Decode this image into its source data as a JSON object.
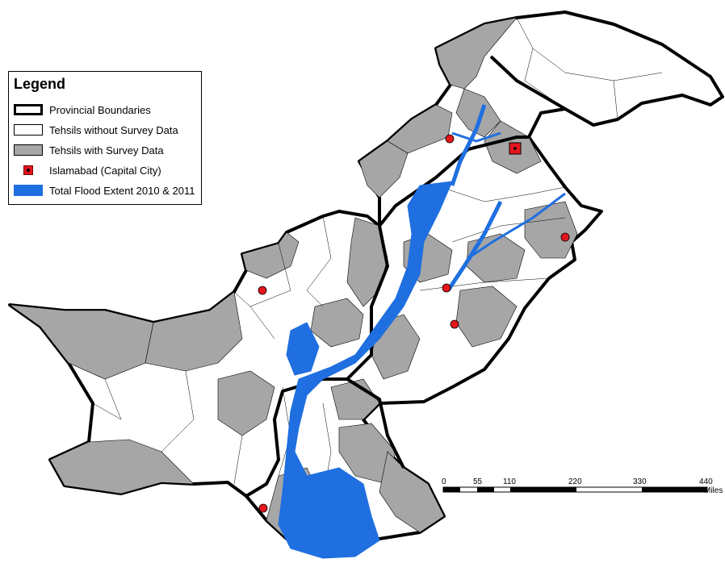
{
  "legend": {
    "title": "Legend",
    "items": [
      {
        "label": "Provincial Boundaries",
        "icon": "thick-black-outline"
      },
      {
        "label": "Tehsils without Survey Data",
        "icon": "white-fill"
      },
      {
        "label": "Tehsils with Survey Data",
        "icon": "gray-fill"
      },
      {
        "label": "Islamabad (Capital City)",
        "icon": "red-square-dot"
      },
      {
        "label": "Total Flood Extent 2010 & 2011",
        "icon": "blue-fill"
      }
    ]
  },
  "scale_bar": {
    "ticks": [
      "0",
      "55",
      "110",
      "220",
      "330",
      "440"
    ],
    "unit": "Miles"
  },
  "colors": {
    "surveyed": "#a6a6a6",
    "unsurveyed": "#ffffff",
    "flood": "#1f6fe0",
    "city": "#e3161b",
    "boundary": "#000000"
  }
}
